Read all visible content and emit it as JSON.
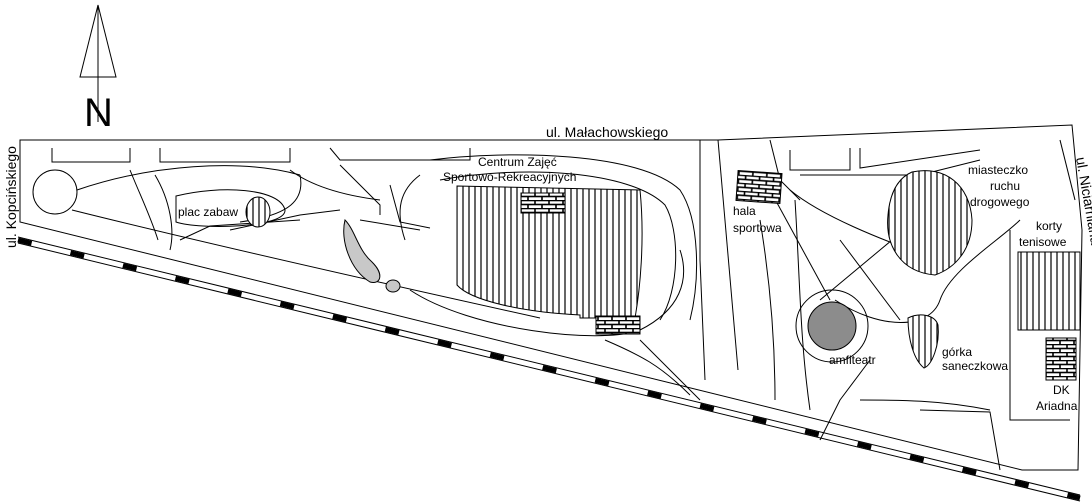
{
  "streets": {
    "north": "ul. Małachowskiego",
    "west": "ul. Kopcińskiego",
    "east": "ul. Niciarniana"
  },
  "compass": {
    "letter": "N"
  },
  "places": {
    "playground": "plac zabaw",
    "sports_centre_line1": "Centrum Zajęć",
    "sports_centre_line2": "Sportowo-Rekreacyjnych",
    "sports_hall_line1": "hala",
    "sports_hall_line2": "sportowa",
    "traffic_town_line1": "miasteczko",
    "traffic_town_line2": "ruchu",
    "traffic_town_line3": "drogowego",
    "courts_line1": "korty",
    "courts_line2": "tenisowe",
    "amphitheatre": "amfiteatr",
    "sled_hill_line1": "górka",
    "sled_hill_line2": "saneczkowa",
    "culture_house_line1": "DK",
    "culture_house_line2": "Ariadna"
  },
  "colors": {
    "ink": "#000000",
    "background": "#ffffff",
    "pond": "#c8c8c8",
    "amphitheatre": "#8c8c8c"
  },
  "icons": {
    "building": "brick-pattern",
    "sports_area": "vertical-stripes",
    "railway": "dashed-rail-line"
  }
}
